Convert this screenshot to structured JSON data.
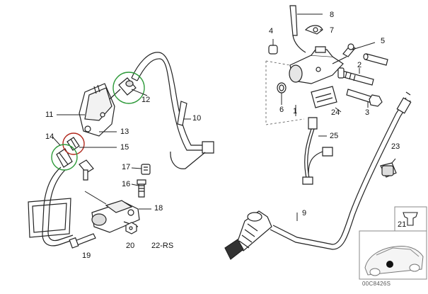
{
  "diagram": {
    "labels": [
      "1",
      "2",
      "3",
      "4",
      "5",
      "6",
      "7",
      "8",
      "9",
      "10",
      "11",
      "12",
      "13",
      "14",
      "15",
      "16",
      "17",
      "18",
      "19",
      "20",
      "21",
      "22-RS",
      "23",
      "24",
      "25"
    ],
    "reference_code": "00C8426S",
    "highlight_colors": {
      "green": "#2e9a3a",
      "red": "#b0281c"
    }
  }
}
